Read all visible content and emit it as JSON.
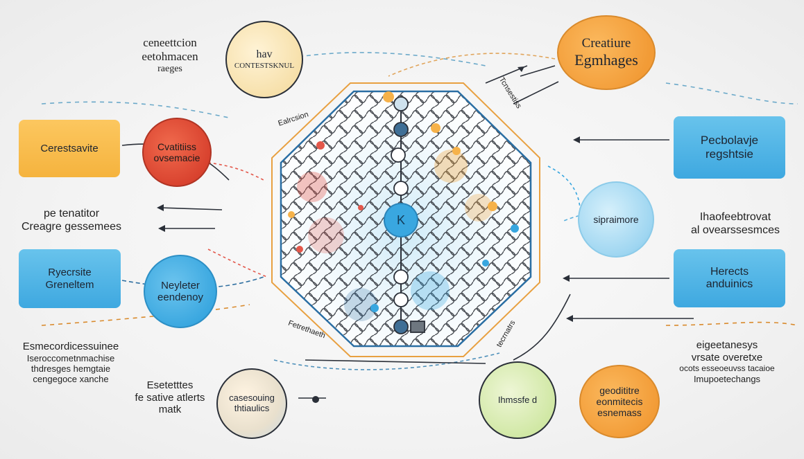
{
  "colors": {
    "red": "#d9432f",
    "orange": "#f29b36",
    "yellow": "#f5b33e",
    "blue": "#38a6df",
    "pale_blue": "#9fd6f1",
    "green": "#cfe7a2",
    "cream": "#f6dfa8",
    "ink": "#1d2430"
  },
  "central_network": {
    "shape": "octagon",
    "center_node_text": "K"
  },
  "nodes": {
    "cream_top_left": {
      "line1": "hav",
      "line2": "CONTESTSKNUL"
    },
    "orange_top_right": {
      "line1": "Creatiure",
      "line2": "Egmhages"
    },
    "yellow_box_left": {
      "line1": "Cerestsavite"
    },
    "red_left": {
      "line1": "Cvatitiiss",
      "line2": "ovsemacie"
    },
    "blue_box_right_top": {
      "line1": "Pecbolavje",
      "line2": "regshtsie"
    },
    "paleblue_right": {
      "line1": "sipraimore"
    },
    "blue_box_left": {
      "line1": "Ryecrsite",
      "line2": "Greneltem"
    },
    "blue_left": {
      "line1": "Neyleter",
      "line2": "eendenoy"
    },
    "blue_box_right_bottom": {
      "line1": "Herects",
      "line2": "anduinics"
    },
    "sand_bottom": {
      "line1": "casesouing",
      "line2": "thtiaulics"
    },
    "green_bottom": {
      "line1": "Ihmssfe d"
    },
    "orange_bottom_right": {
      "line1": "geodititre",
      "line2": "eonmitecis",
      "line3": "esnemass"
    }
  },
  "labels": {
    "top_left": {
      "line1": "ceneettcion",
      "line2": "eetohmacen",
      "line3": "raeges"
    },
    "mid_left": {
      "line1": "pe tenatitor",
      "line2": "Creagre gessemees"
    },
    "mid_right": {
      "line1": "Ihaofeebtrovat",
      "line2": "al ovearssesmces"
    },
    "bottom_left": {
      "line1": "Esmecordicessuinee",
      "line2": "Iseroccometnmachise",
      "line3": "thdresges hemgtaie",
      "line4": "cengegoce xanche"
    },
    "bottom_left_center": {
      "line1": "Esetetttes",
      "line2": "fe sative atlerts",
      "line3": "matk"
    },
    "bottom_right": {
      "line1": "eigeetanesys",
      "line2": "vrsate overetxe",
      "line3": "ocots esseoeuvss tacaioe",
      "line4": "Imupoetechangs"
    },
    "tag_top_center": {
      "line1": "Ealrcsion"
    },
    "tag_top_right": {
      "line1": "Tcnsestiss"
    },
    "tag_bottom_center": {
      "line1": "Fetrethaeth"
    },
    "tag_bottom_right": {
      "line1": "tecrnatrs"
    }
  }
}
